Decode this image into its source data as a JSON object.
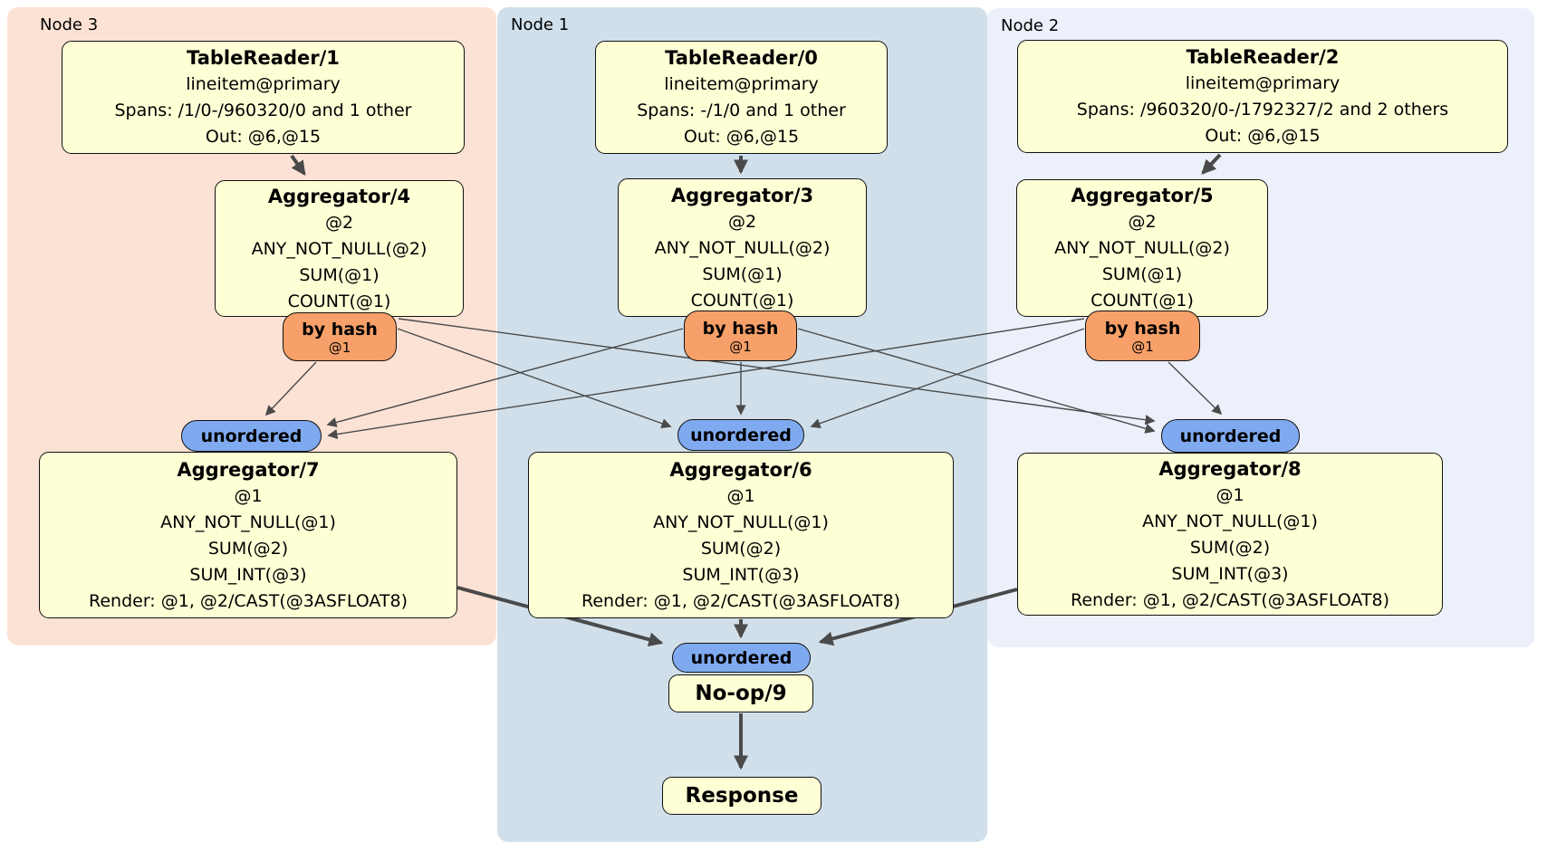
{
  "regions": [
    {
      "label": "Node 3"
    },
    {
      "label": "Node 1"
    },
    {
      "label": "Node 2"
    }
  ],
  "processors": [
    {
      "title": "TableReader/1",
      "lines": [
        "lineitem@primary",
        "Spans: /1/0-/960320/0 and 1 other",
        "Out: @6,@15"
      ]
    },
    {
      "title": "TableReader/0",
      "lines": [
        "lineitem@primary",
        "Spans: -/1/0 and 1 other",
        "Out: @6,@15"
      ]
    },
    {
      "title": "TableReader/2",
      "lines": [
        "lineitem@primary",
        "Spans: /960320/0-/1792327/2 and 2 others",
        "Out: @6,@15"
      ]
    },
    {
      "title": "Aggregator/4",
      "lines": [
        "@2",
        "ANY_NOT_NULL(@2)",
        "SUM(@1)",
        "COUNT(@1)"
      ]
    },
    {
      "title": "Aggregator/3",
      "lines": [
        "@2",
        "ANY_NOT_NULL(@2)",
        "SUM(@1)",
        "COUNT(@1)"
      ]
    },
    {
      "title": "Aggregator/5",
      "lines": [
        "@2",
        "ANY_NOT_NULL(@2)",
        "SUM(@1)",
        "COUNT(@1)"
      ]
    },
    {
      "title": "Aggregator/7",
      "lines": [
        "@1",
        "ANY_NOT_NULL(@1)",
        "SUM(@2)",
        "SUM_INT(@3)",
        "Render: @1, @2/CAST(@3ASFLOAT8)"
      ]
    },
    {
      "title": "Aggregator/6",
      "lines": [
        "@1",
        "ANY_NOT_NULL(@1)",
        "SUM(@2)",
        "SUM_INT(@3)",
        "Render: @1, @2/CAST(@3ASFLOAT8)"
      ]
    },
    {
      "title": "Aggregator/8",
      "lines": [
        "@1",
        "ANY_NOT_NULL(@1)",
        "SUM(@2)",
        "SUM_INT(@3)",
        "Render: @1, @2/CAST(@3ASFLOAT8)"
      ]
    },
    {
      "title": "No-op/9"
    },
    {
      "title": "Response"
    }
  ],
  "routers": [
    {
      "label": "by hash",
      "detail": "@1"
    },
    {
      "label": "by hash",
      "detail": "@1"
    },
    {
      "label": "by hash",
      "detail": "@1"
    }
  ],
  "synchronizers": [
    {
      "label": "unordered"
    },
    {
      "label": "unordered"
    },
    {
      "label": "unordered"
    },
    {
      "label": "unordered"
    }
  ],
  "theme": {
    "node3-bg": "#fce2d5",
    "node1-bg": "#d0dfea",
    "node2-bg": "#ebf0fa",
    "proc-bg": "#ffffd6",
    "router-bg": "#f7a069",
    "sync-bg": "#7faaf0",
    "edge": "#4a4a4a"
  }
}
